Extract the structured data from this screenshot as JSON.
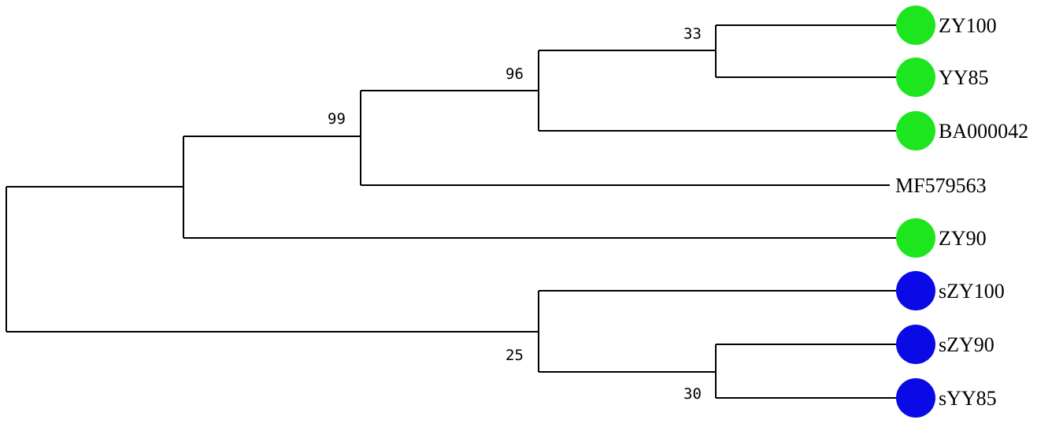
{
  "colors": {
    "group_green": "#1EE61E",
    "group_blue": "#0A0AE6"
  },
  "tree": {
    "leaves": [
      {
        "id": "zy100",
        "label": "ZY100",
        "marker": "group_green"
      },
      {
        "id": "yy85",
        "label": "YY85",
        "marker": "group_green"
      },
      {
        "id": "ba000042",
        "label": "BA000042",
        "marker": "group_green"
      },
      {
        "id": "mf579563",
        "label": "MF579563",
        "marker": null
      },
      {
        "id": "zy90",
        "label": "ZY90",
        "marker": "group_green"
      },
      {
        "id": "szy100",
        "label": "sZY100",
        "marker": "group_blue"
      },
      {
        "id": "szy90",
        "label": "sZY90",
        "marker": "group_blue"
      },
      {
        "id": "syy85",
        "label": "sYY85",
        "marker": "group_blue"
      }
    ],
    "support_values": {
      "zy100_yy85": "33",
      "with_ba000042": "96",
      "with_mf579563": "99",
      "szy90_syy85": "30",
      "with_szy100": "25"
    }
  }
}
